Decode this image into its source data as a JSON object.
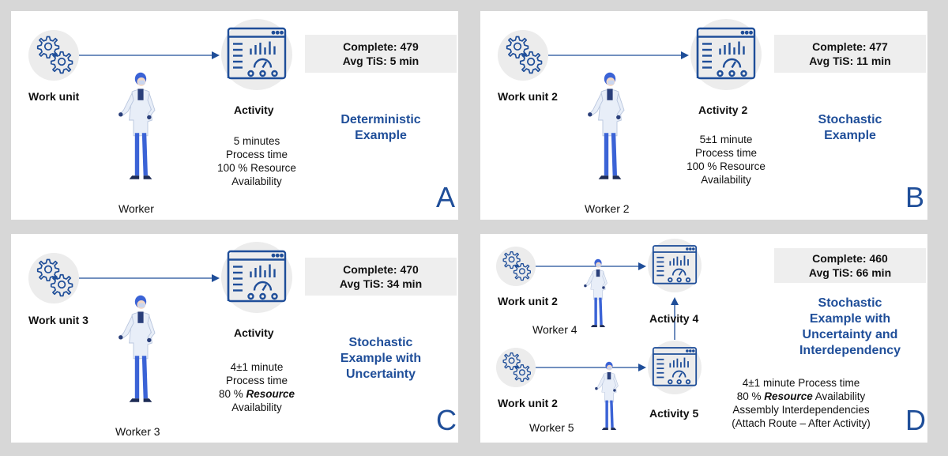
{
  "colors": {
    "accent": "#1f4e99",
    "worker_blue": "#3b63d6",
    "circle_bg": "#ececec",
    "stats_bg": "#eeeeee"
  },
  "icons": {
    "source": "gears-icon",
    "activity": "dashboard-icon",
    "person": "worker-figure"
  },
  "panels": {
    "a": {
      "letter": "A",
      "stats": {
        "complete": "Complete: 479",
        "avg": "Avg TiS: 5 min"
      },
      "unit_label": "Work unit",
      "activity_label": "Activity",
      "worker_label": "Worker",
      "desc": [
        "5 minutes",
        "Process time",
        "100 % Resource",
        "Availability"
      ],
      "title": [
        "Deterministic",
        "Example"
      ]
    },
    "b": {
      "letter": "B",
      "stats": {
        "complete": "Complete: 477",
        "avg": "Avg TiS: 11 min"
      },
      "unit_label": "Work unit 2",
      "activity_label": "Activity 2",
      "worker_label": "Worker 2",
      "desc": [
        "5±1 minute",
        "Process time",
        "100 % Resource",
        "Availability"
      ],
      "title": [
        "Stochastic",
        "Example"
      ]
    },
    "c": {
      "letter": "C",
      "stats": {
        "complete": "Complete: 470",
        "avg": "Avg TiS: 34 min"
      },
      "unit_label": "Work unit 3",
      "activity_label": "Activity",
      "worker_label": "Worker 3",
      "desc": [
        "4±1 minute",
        "Process time"
      ],
      "desc_line3_prefix": "80 % ",
      "desc_line3_emph": "Resource",
      "desc_line4": "Availability",
      "title": [
        "Stochastic",
        "Example with",
        "Uncertainty"
      ]
    },
    "d": {
      "letter": "D",
      "stats": {
        "complete": "Complete: 460",
        "avg": "Avg TiS: 66 min"
      },
      "unit_label_top": "Work unit 2",
      "unit_label_bottom": "Work unit 2",
      "worker_top": "Worker 4",
      "worker_bottom": "Worker 5",
      "activity_top": "Activity 4",
      "activity_bottom": "Activity 5",
      "desc_line1": "4±1 minute Process time",
      "desc_line2_prefix": "80 % ",
      "desc_line2_emph": "Resource",
      "desc_line2_suffix": " Availability",
      "desc_line3": "Assembly Interdependencies",
      "desc_line4": "(Attach Route – After Activity)",
      "title": [
        "Stochastic",
        "Example with",
        "Uncertainty and",
        "Interdependency"
      ]
    }
  }
}
